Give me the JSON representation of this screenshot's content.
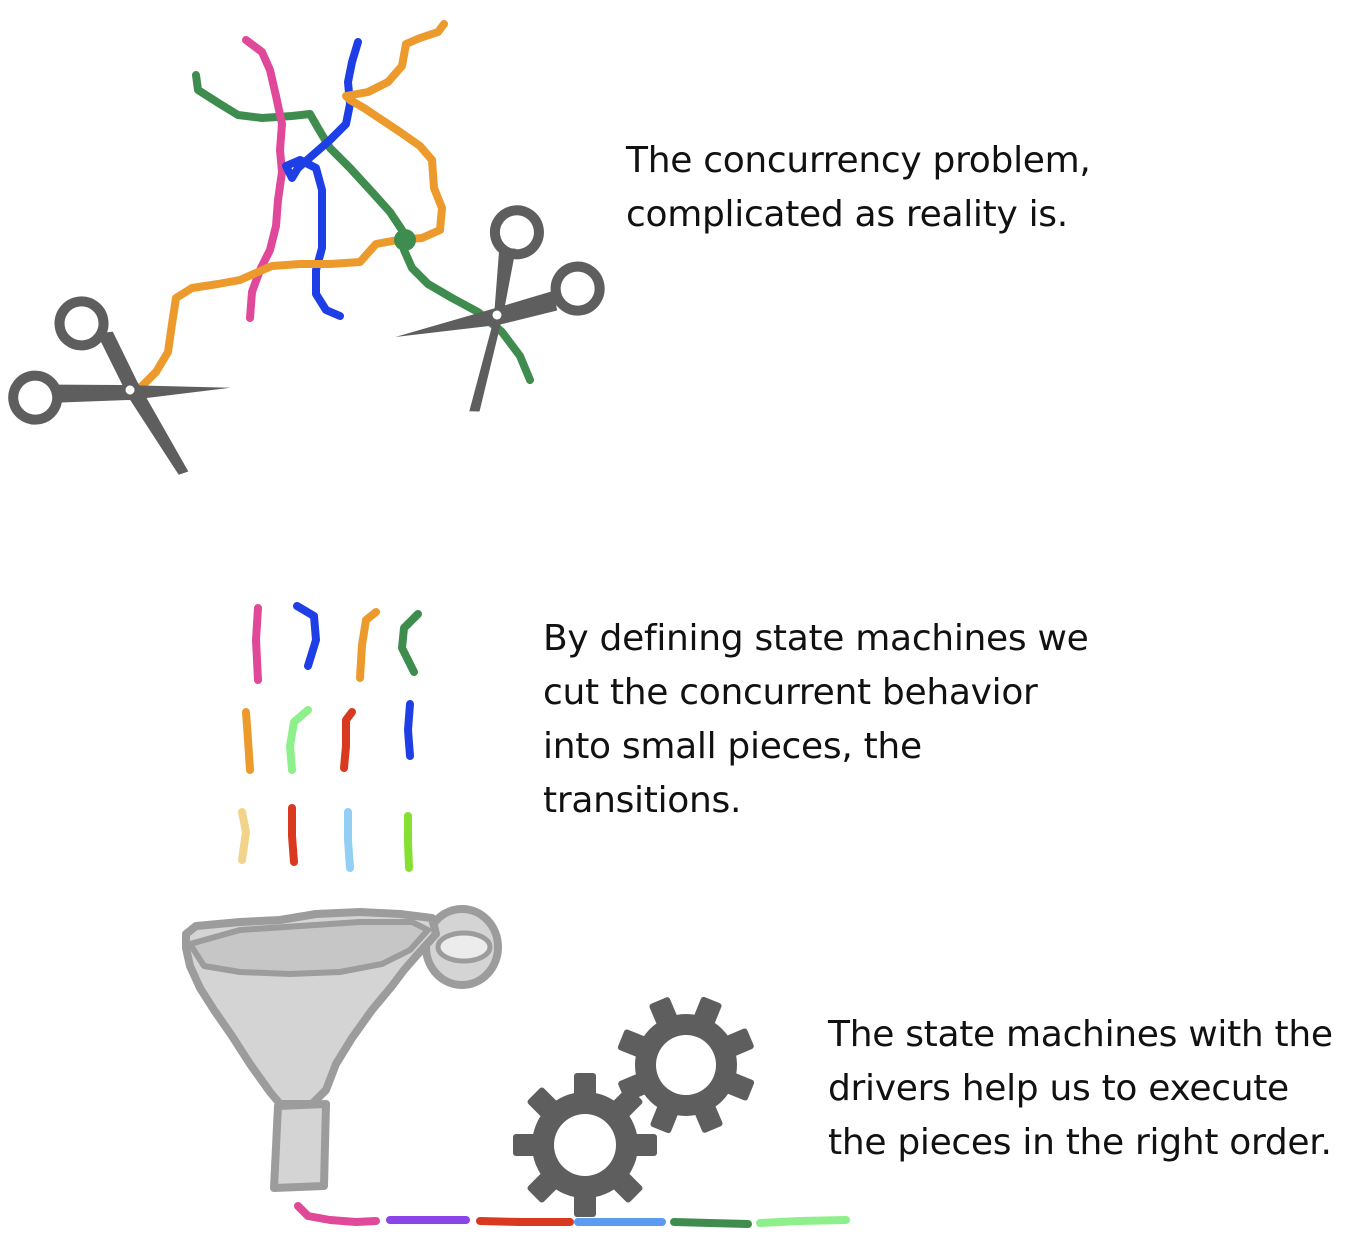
{
  "captions": {
    "problem": [
      "The concurrency problem,",
      "complicated as reality is."
    ],
    "pieces": [
      "By defining state machines we",
      "cut the concurrent behavior",
      "into small pieces, the",
      "transitions."
    ],
    "execution": [
      "The state machines with the",
      "drivers help us to execute",
      "the pieces in the right order."
    ]
  },
  "icons": {
    "scissors": "scissors-icon",
    "funnel": "funnel-icon",
    "gears": "gears-icon"
  },
  "colors": {
    "pink": "#e0489a",
    "blue": "#1f3fe6",
    "orange": "#ec9a2c",
    "green": "#3f8c4f",
    "light_green": "#8ef08a",
    "red": "#d93a1f",
    "light_blue": "#93cff2",
    "lime": "#86e032",
    "tan": "#f2d38a",
    "purple": "#8a45e8",
    "sky": "#5b9cf2",
    "gray_icon": "#5e5e5e",
    "funnel_fill": "#d4d4d4",
    "funnel_stroke": "#9c9c9c"
  }
}
